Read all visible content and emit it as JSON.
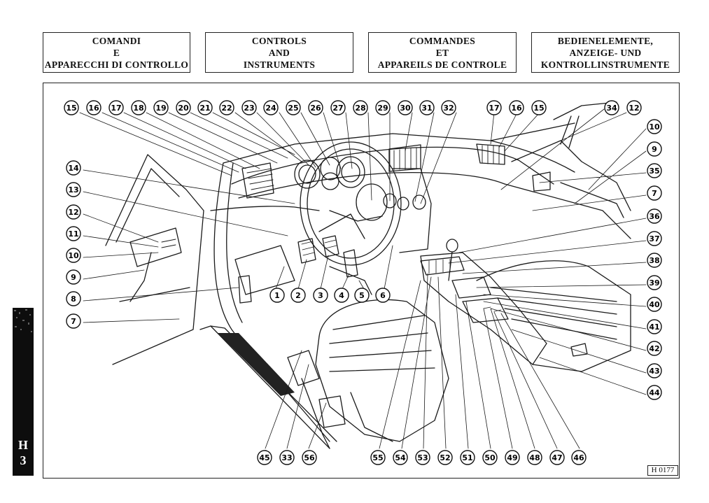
{
  "headers": [
    {
      "lines": [
        "COMANDI",
        "E",
        "APPARECCHI DI CONTROLLO"
      ]
    },
    {
      "lines": [
        "CONTROLS",
        "AND",
        "INSTRUMENTS"
      ]
    },
    {
      "lines": [
        "COMMANDES",
        "ET",
        "APPAREILS DE CONTROLE"
      ]
    },
    {
      "lines": [
        "BEDIENELEMENTE,",
        "ANZEIGE- UND",
        "KONTROLLINSTRUMENTE"
      ]
    }
  ],
  "side_tab": {
    "letter": "H",
    "number": "3"
  },
  "figure_ref": "H 0177",
  "top_callouts": [
    "15",
    "16",
    "17",
    "18",
    "19",
    "20",
    "21",
    "22",
    "23",
    "24",
    "25",
    "26",
    "27",
    "28",
    "29",
    "30",
    "31",
    "32"
  ],
  "top_right_callouts": [
    "17",
    "16",
    "15",
    "34",
    "12"
  ],
  "right_callouts": [
    "10",
    "9",
    "35",
    "7",
    "36",
    "37",
    "38",
    "39",
    "40",
    "41",
    "42",
    "43",
    "44"
  ],
  "left_callouts": [
    "14",
    "13",
    "12",
    "11",
    "10",
    "9",
    "8",
    "7"
  ],
  "pedal_callouts": [
    "1",
    "2",
    "3",
    "4",
    "5",
    "6"
  ],
  "bottom_callouts": [
    "45",
    "33",
    "56",
    "55",
    "54",
    "53",
    "52",
    "51",
    "50",
    "49",
    "48",
    "47",
    "46"
  ]
}
